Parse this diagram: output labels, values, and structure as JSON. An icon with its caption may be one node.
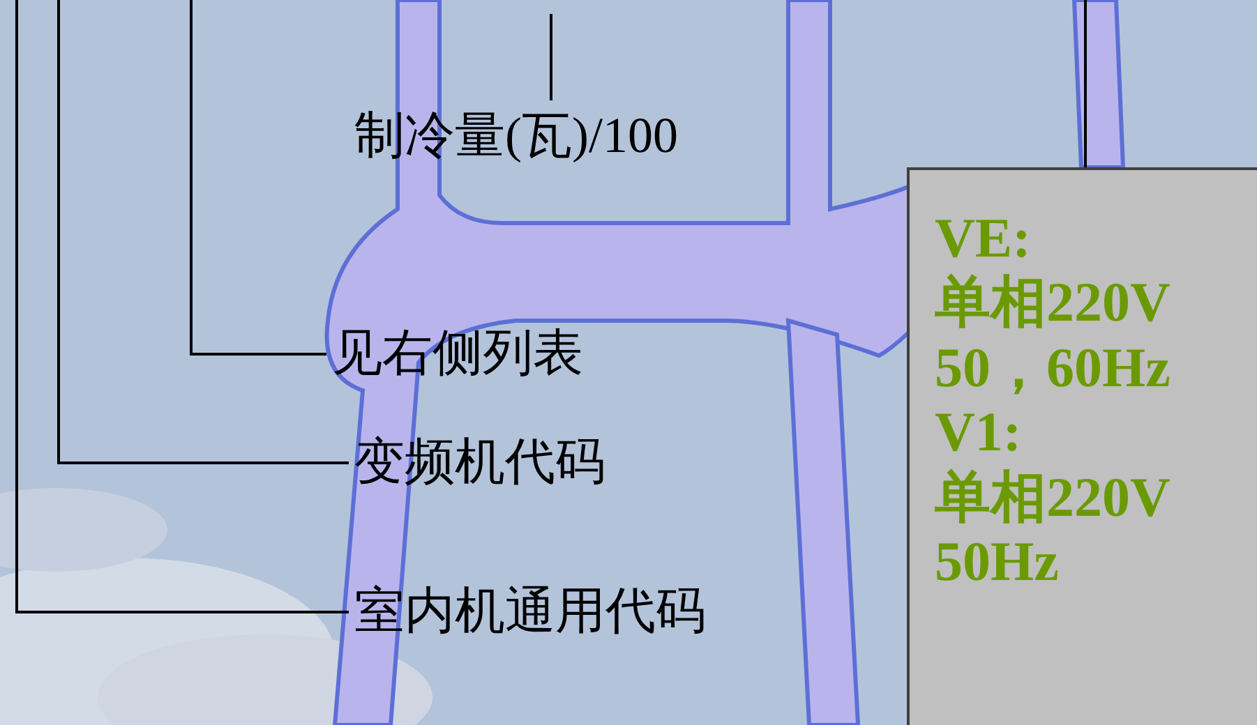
{
  "diagram": {
    "nodes": [
      {
        "text": [
          "制冷量(瓦)/100"
        ]
      },
      {
        "text": [
          "见右侧列表"
        ]
      },
      {
        "text": [
          "变频机代码"
        ]
      },
      {
        "text": [
          "室内机通用代码"
        ]
      },
      {
        "text": [
          "VE:",
          "单相220V",
          "50，60Hz",
          "V1:",
          "单相220V",
          "50Hz"
        ]
      }
    ],
    "edges": [
      {
        "from": 0,
        "to": null,
        "arrow": "none"
      },
      {
        "from": 1,
        "to": null,
        "arrow": "none"
      },
      {
        "from": 2,
        "to": null,
        "arrow": "none"
      },
      {
        "from": 3,
        "to": null,
        "arrow": "none"
      },
      {
        "from": 4,
        "to": null,
        "arrow": "none"
      }
    ]
  }
}
